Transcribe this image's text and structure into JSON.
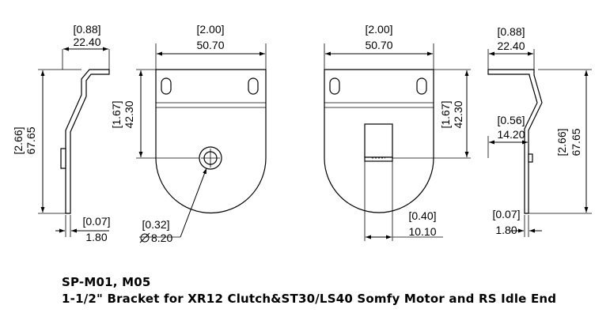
{
  "caption": {
    "model": "SP-M01, M05",
    "description": "1-1/2\" Bracket for XR12 Clutch&ST30/LS40 Somfy Motor and RS Idle End"
  },
  "views": {
    "side_left": {
      "width_in": "[0.88]",
      "width_mm": "22.40",
      "height_in": "[2.66]",
      "height_mm": "67.65",
      "thick_in": "[0.07]",
      "thick_mm": "1.80"
    },
    "front_left": {
      "width_in": "[2.00]",
      "width_mm": "50.70",
      "height_in": "[1.67]",
      "height_mm": "42.30",
      "hole_in": "[0.32]",
      "hole_mm": "8.20"
    },
    "front_right": {
      "width_in": "[2.00]",
      "width_mm": "50.70",
      "height_in": "[1.67]",
      "height_mm": "42.30",
      "slot_in": "[0.40]",
      "slot_mm": "10.10"
    },
    "side_right": {
      "width_in": "[0.88]",
      "width_mm": "22.40",
      "offset_in": "[0.56]",
      "offset_mm": "14.20",
      "height_in": "[2.66]",
      "height_mm": "67.65",
      "thick_in": "[0.07]",
      "thick_mm": "1.80"
    }
  }
}
